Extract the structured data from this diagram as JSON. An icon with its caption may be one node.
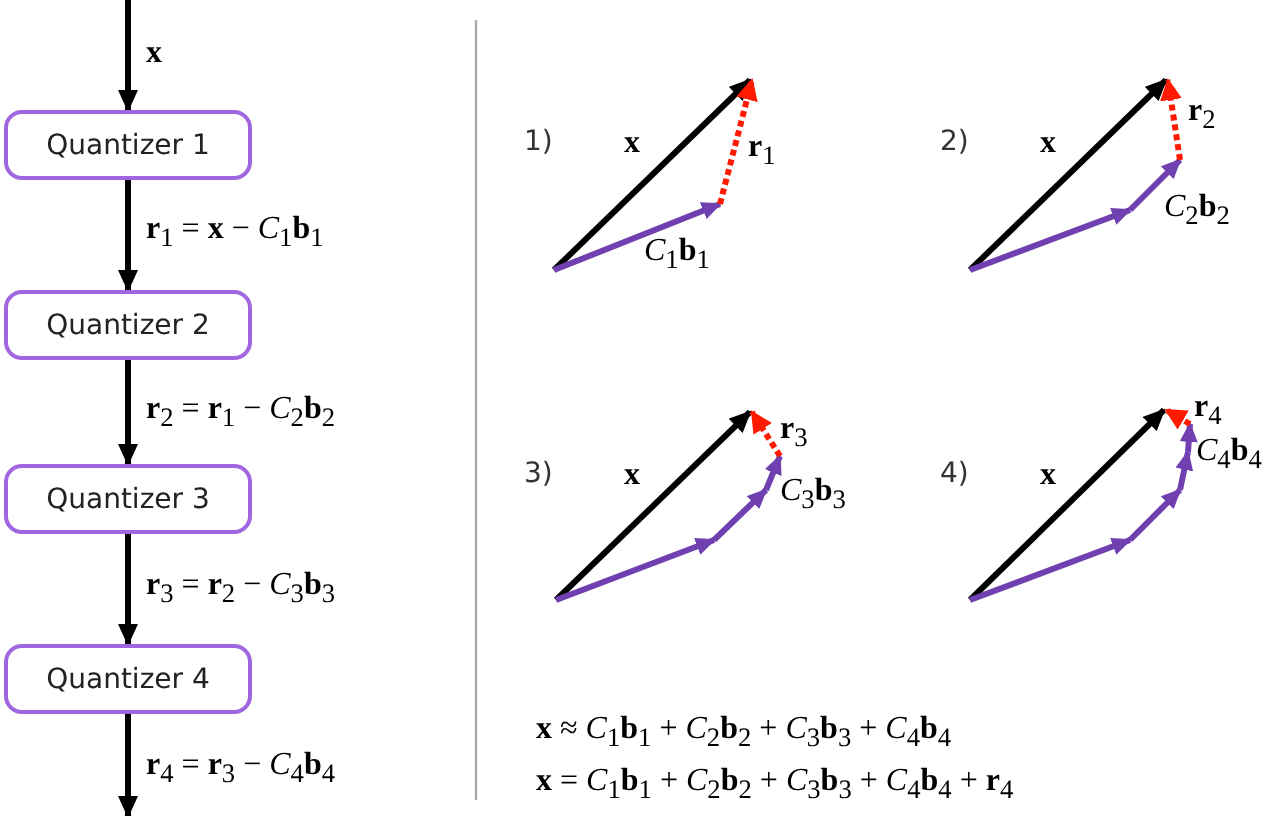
{
  "diagram": {
    "nodes": [
      {
        "text": [
          "Quantizer 1"
        ]
      },
      {
        "text": [
          "Quantizer 2"
        ]
      },
      {
        "text": [
          "Quantizer 3"
        ]
      },
      {
        "text": [
          "Quantizer 4"
        ]
      }
    ],
    "edges": [
      {
        "from": null,
        "to": 0,
        "arrow": "to",
        "label": "**x**"
      },
      {
        "from": 0,
        "to": 1,
        "arrow": "to",
        "label": "**r**$_{1}$ = **x** − *C*$_{1}$**b**$_{1}$"
      },
      {
        "from": 1,
        "to": 2,
        "arrow": "to",
        "label": "**r**$_{2}$ = **r**$_{1}$ − *C*$_{2}$**b**$_{2}$"
      },
      {
        "from": 2,
        "to": 3,
        "arrow": "to",
        "label": "**r**$_{3}$ = **r**$_{2}$ − *C*$_{3}$**b**$_{3}$"
      },
      {
        "from": 3,
        "to": null,
        "arrow": "to",
        "label": "**r**$_{4}$ = **r**$_{3}$ − *C*$_{4}$**b**$_{4}$"
      }
    ],
    "labels": [
      "1)",
      "**x**",
      "**r**$_{1}$",
      "*C*$_{1}$**b**$_{1}$",
      "2)",
      "**x**",
      "**r**$_{2}$",
      "*C*$_{2}$**b**$_{2}$",
      "3)",
      "**x**",
      "**r**$_{3}$",
      "*C*$_{3}$**b**$_{3}$",
      "4)",
      "**x**",
      "**r**$_{4}$",
      "*C*$_{4}$**b**$_{4}$",
      "**x** ≈ *C*$_{1}$**b**$_{1}$ + *C*$_{2}$**b**$_{2}$ + *C*$_{3}$**b**$_{3}$ + *C*$_{4}$**b**$_{4}$",
      "**x** = *C*$_{1}$**b**$_{1}$ + *C*$_{2}$**b**$_{2}$ + *C*$_{3}$**b**$_{3}$ + *C*$_{4}$**b**$_{4}$ + **r**$_{4}$"
    ]
  }
}
